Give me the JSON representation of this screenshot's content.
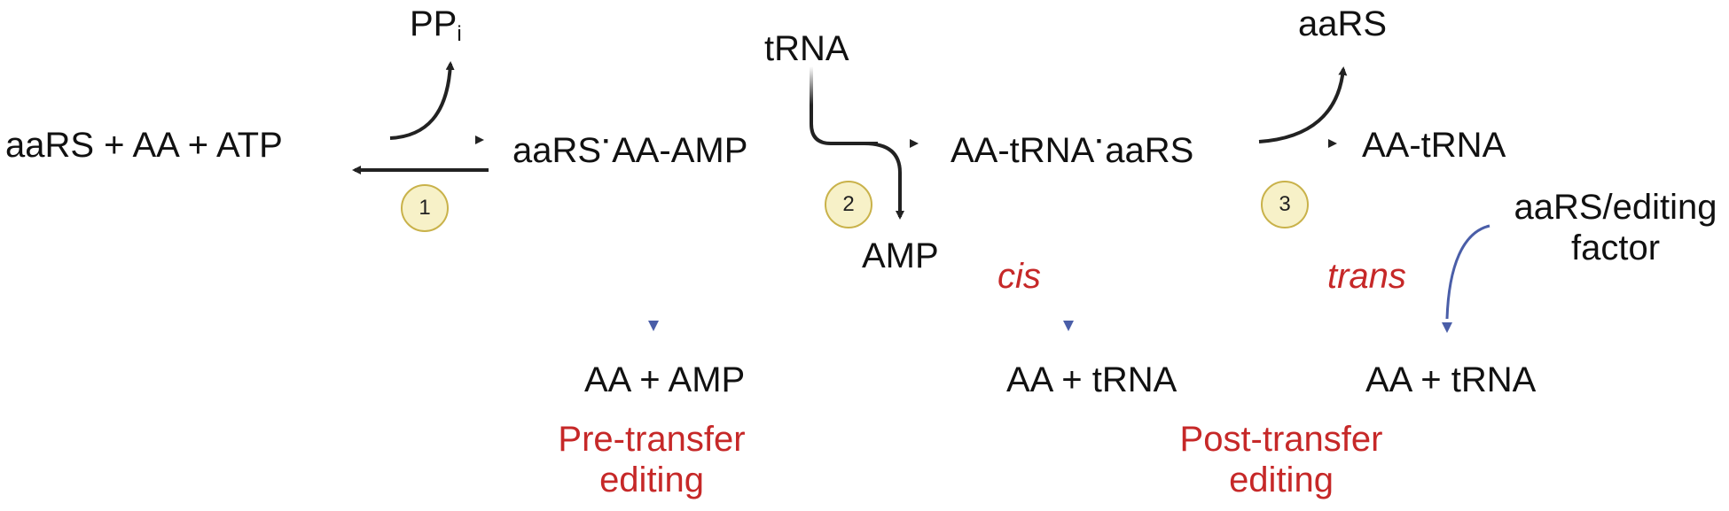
{
  "species": {
    "reactants": "aaRS + AA +  ATP",
    "ppi_main": "PP",
    "ppi_sub": "i",
    "intermediate_left": "aaRS",
    "intermediate_right": "AA-AMP",
    "trna_in": "tRNA",
    "amp_out": "AMP",
    "complex_left": "AA-tRNA",
    "complex_right": "aaRS",
    "aars_out": "aaRS",
    "product": "AA-tRNA",
    "editing_factor_line1": "aaRS/editing",
    "editing_factor_line2": "factor"
  },
  "steps": [
    "1",
    "2",
    "3"
  ],
  "editing": {
    "pre_products": "AA + AMP",
    "cis_label": "cis",
    "cis_products": "AA + tRNA",
    "trans_label": "trans",
    "trans_products": "AA + tRNA",
    "pre_title_line1": "Pre-transfer",
    "pre_title_line2": "editing",
    "post_title_line1": "Post-transfer",
    "post_title_line2": "editing"
  },
  "colors": {
    "text": "#111111",
    "arrow_black": "#222222",
    "arrow_blue": "#4a5ea8",
    "editing_red": "#c62828",
    "badge_fill": "#f7f1c8",
    "badge_border": "#c9b24a"
  }
}
